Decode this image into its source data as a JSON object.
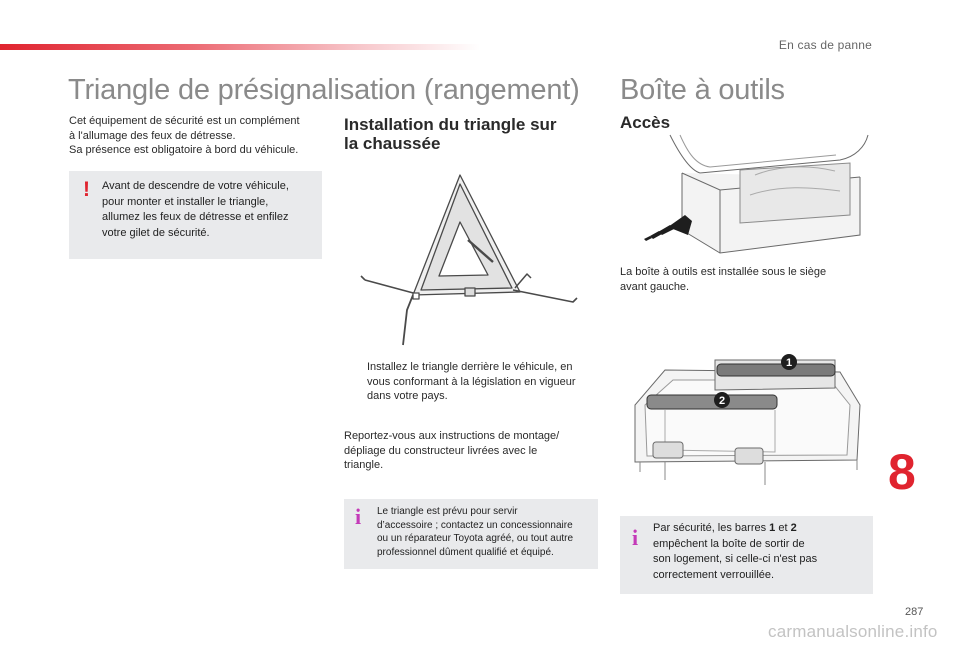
{
  "header": {
    "section_title": "En cas de panne"
  },
  "left_column": {
    "title": "Triangle de présignalisation (rangement)",
    "intro_line1": "Cet équipement de sécurité est un complément",
    "intro_line2": "à l'allumage des feux de détresse.",
    "intro_line3": "Sa présence est obligatoire à bord du véhicule.",
    "warning": {
      "icon": "exclamation-warning-icon",
      "line1": "Avant de descendre de votre véhicule,",
      "line2": "pour monter et installer le triangle,",
      "line3": "allumez les feux de détresse et enfilez",
      "line4": "votre gilet de sécurité."
    }
  },
  "middle_column": {
    "subtitle_line1": "Installation du triangle sur",
    "subtitle_line2": "la chaussée",
    "bullet_symbol": "",
    "step_line1": "Installez le triangle derrière le véhicule, en",
    "step_line2": "vous conformant à la législation en vigueur",
    "step_line3": "dans votre pays.",
    "note_line1": "Reportez-vous aux instructions de montage/",
    "note_line2": "dépliage du constructeur livrées avec le",
    "note_line3": "triangle.",
    "info": {
      "icon": "info-icon",
      "line1": "Le triangle est prévu pour servir",
      "line2": "d’accessoire ; contactez un concessionnaire",
      "line3": "ou un réparateur Toyota agréé, ou tout autre",
      "line4": "professionnel dûment qualifié et équipé."
    }
  },
  "right_column": {
    "title": "Boîte à outils",
    "subtitle": "Accès",
    "desc_line1": "La boîte à outils est installée sous le siège",
    "desc_line2": "avant gauche.",
    "callout_1": "1",
    "callout_2": "2",
    "info": {
      "icon": "info-icon",
      "line1_prefix": "Par sécurité, les barres ",
      "line1_b1": "1",
      "line1_mid": " et ",
      "line1_b2": "2",
      "line2": "empêchent la boîte de sortir de",
      "line3": "son logement, si celle-ci n'est pas",
      "line4": "correctement verrouillée."
    }
  },
  "chapter_number": "8",
  "page_number": "287",
  "watermark": "carmanualsonline.info",
  "colors": {
    "accent_red": "#e0242f",
    "info_magenta": "#c43ab8",
    "box_gray": "#e9eaec"
  }
}
